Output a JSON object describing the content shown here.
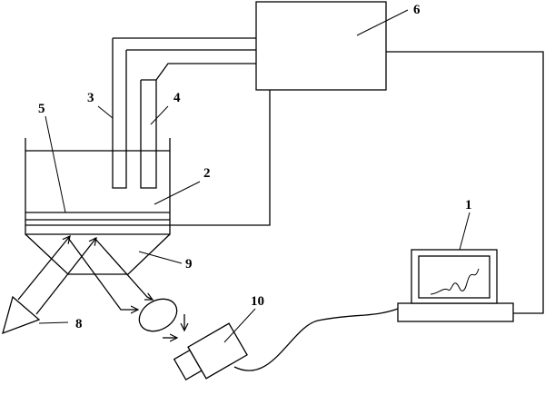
{
  "labels": {
    "monitor": "1",
    "cell": "2",
    "electrode_a": "3",
    "electrode_b": "4",
    "film": "5",
    "controller": "6",
    "light_source": "8",
    "prism": "9",
    "detector": "10"
  },
  "icons": {
    "light_source": "triangle-icon",
    "lens": "ellipse-lens-icon",
    "signal_trace": "waveform-icon"
  }
}
